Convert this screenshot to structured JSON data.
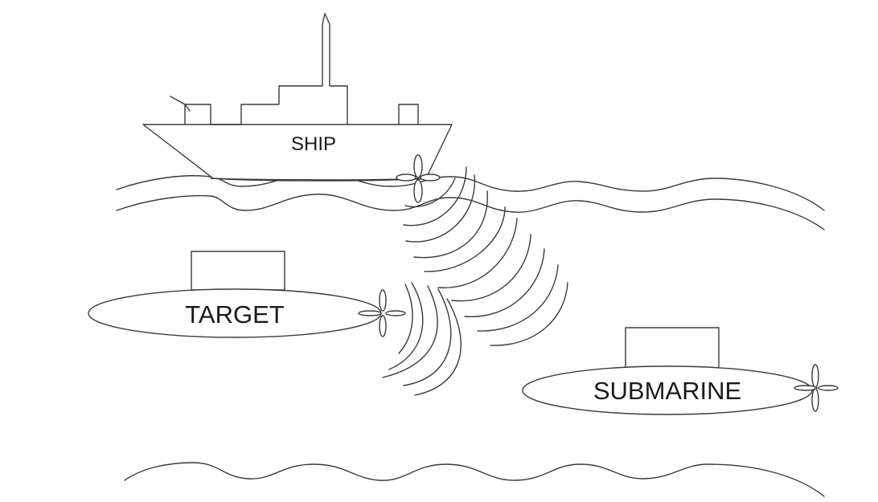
{
  "labels": {
    "ship": "SHIP",
    "target": "TARGET",
    "submarine": "SUBMARINE"
  },
  "colors": {
    "line": "#3a3a3a",
    "text": "#1a1a1a",
    "background": "#ffffff"
  }
}
